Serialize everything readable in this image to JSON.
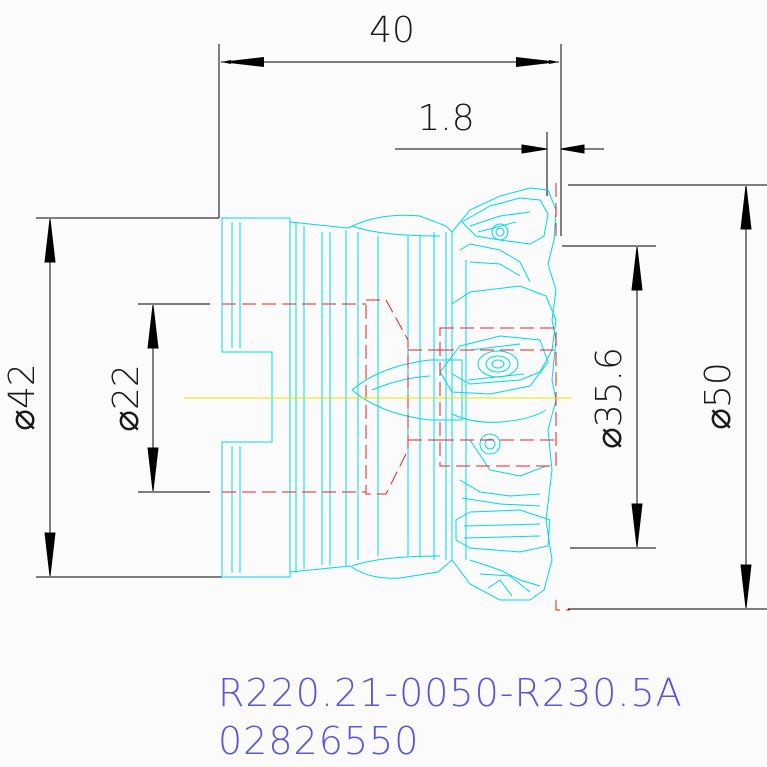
{
  "dimensions": {
    "overall_length": "40",
    "offset": "1.8",
    "shank_diameter": "⌀42",
    "bore_diameter": "⌀22",
    "inner_diameter": "⌀35.6",
    "cutting_diameter": "⌀50"
  },
  "part": {
    "code": "R220.21-0050-R230.5A",
    "number": "02826550"
  },
  "colors": {
    "dimension_lines": "#000000",
    "outline": "#00d8e8",
    "hidden_lines": "#e0242a",
    "center_line": "#e6e600",
    "part_text": "#5b57d6"
  }
}
